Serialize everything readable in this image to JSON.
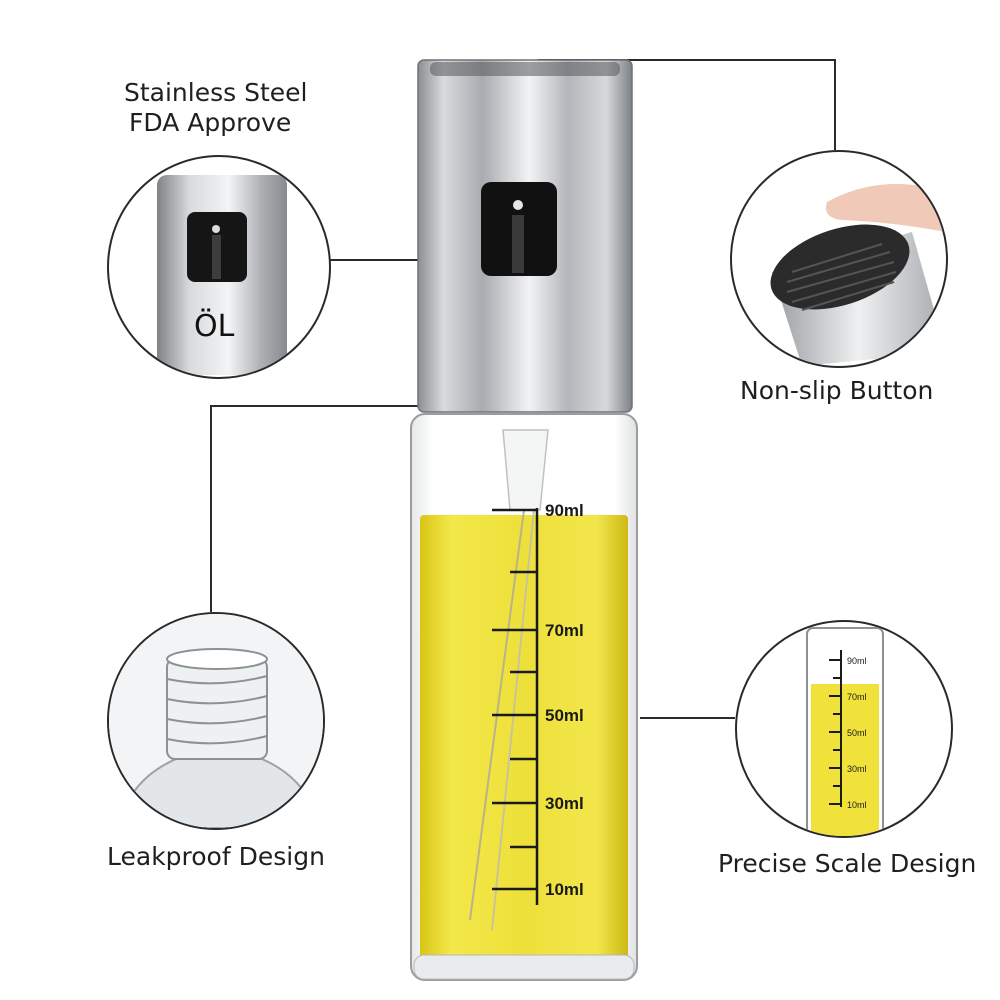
{
  "callouts": {
    "steel": {
      "line1": "Stainless Steel",
      "line2": "FDA Approve",
      "cap_text": "ÖL"
    },
    "nonslip": {
      "label": "Non-slip Button"
    },
    "leakproof": {
      "label": "Leakproof Design"
    },
    "scale": {
      "label": "Precise Scale Design",
      "marks": [
        "90ml",
        "70ml",
        "50ml",
        "30ml",
        "10ml"
      ]
    }
  },
  "bottle": {
    "marks": [
      "90ml",
      "70ml",
      "50ml",
      "30ml",
      "10ml"
    ]
  },
  "colors": {
    "oil": "#f0e23a",
    "steel": "#b9bcc0",
    "line": "#2a2a2a"
  }
}
